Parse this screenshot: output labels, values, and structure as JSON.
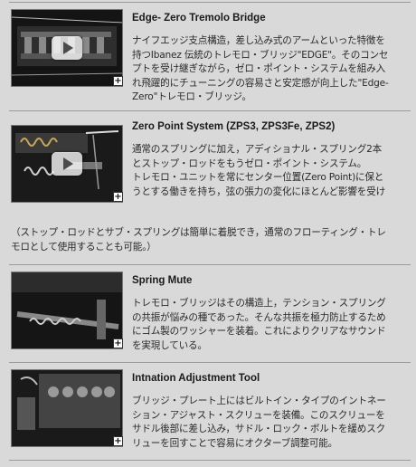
{
  "features": [
    {
      "title": "Edge- Zero Tremolo Bridge",
      "body": "ナイフエッジ支点構造，差し込み式のアームといった特徴を持つIbanez 伝統のトレモロ・ブリッジ\"EDGE\"。そのコンセプトを受け継ぎながら，ゼロ・ポイント・システムを組み入れ飛躍的にチューニングの容易さと安定感が向上した\"Edge-Zero\"トレモロ・ブリッジ。",
      "thumb_icon": "play-icon",
      "expand_icon": "plus-icon"
    },
    {
      "title": "Zero Point System (ZPS3, ZPS3Fe, ZPS2)",
      "body": "通常のスプリングに加え，アディショナル・スプリング2本とストップ・ロッドをもうゼロ・ポイント・システム。",
      "body_wide": "トレモロ・ユニットを常にセンター位置(Zero Point)に保とうとする働きを持ち，弦の張力の変化にほとんど影響を受けない安定した環境を実現。弦交換/チューニングの際にはもちろんのこと，プレイ中に弦が切れたときなどにも大いにその効果を発揮する。",
      "note": "（ストップ・ロッドとサブ・スプリングは簡単に着脱でき，通常のフローティング・トレモロとして使用することも可能。）",
      "thumb_icon": "play-icon",
      "expand_icon": "plus-icon"
    },
    {
      "title": "Spring Mute",
      "body": "トレモロ・ブリッジはその構造上，テンション・スプリングの共振が悩みの種であった。そんな共振を極力防止するためにゴム製のワッシャーを装着。これによりクリアなサウンドを実現している。",
      "expand_icon": "plus-icon"
    },
    {
      "title": "Intnation Adjustment Tool",
      "body": "ブリッジ・プレート上にはビルトイン・タイプのイントネーション・アジャスト・スクリューを装備。このスクリューをサドル後部に差し込み，サドル・ロック・ボルトを緩めスクリューを回すことで容易にオクターブ調整可能。",
      "expand_icon": "plus-icon"
    }
  ]
}
